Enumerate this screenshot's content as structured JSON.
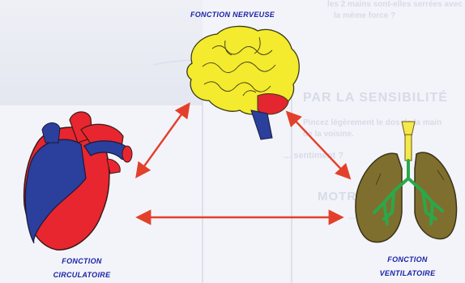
{
  "labels": {
    "nerveuse": "FONCTION NERVEUSE",
    "circulatoire_1": "FONCTION",
    "circulatoire_2": "CIRCULATOIRE",
    "ventilatoire_1": "FONCTION",
    "ventilatoire_2": "VENTILATOIRE"
  },
  "background_text": [
    "les 2 mains sont-elles serrées avec",
    "la même force ?",
    "PAR LA SENSIBILITÉ",
    "Pincez légèrement le dos de la main",
    "de la voisine.",
    "... sentiment ?",
    "MOTRICITÉ",
    "..."
  ],
  "colors": {
    "arrow": "#e3402b",
    "label": "#1a22a6",
    "heart_red": "#e8262f",
    "heart_blue": "#2b3f9c",
    "brain": "#f4ea2e",
    "lungs": "#7f6f2e",
    "bronchi": "#2aa84a",
    "trachea": "#f4e84d"
  },
  "icons": [
    "brain-icon",
    "heart-icon",
    "lungs-icon"
  ]
}
